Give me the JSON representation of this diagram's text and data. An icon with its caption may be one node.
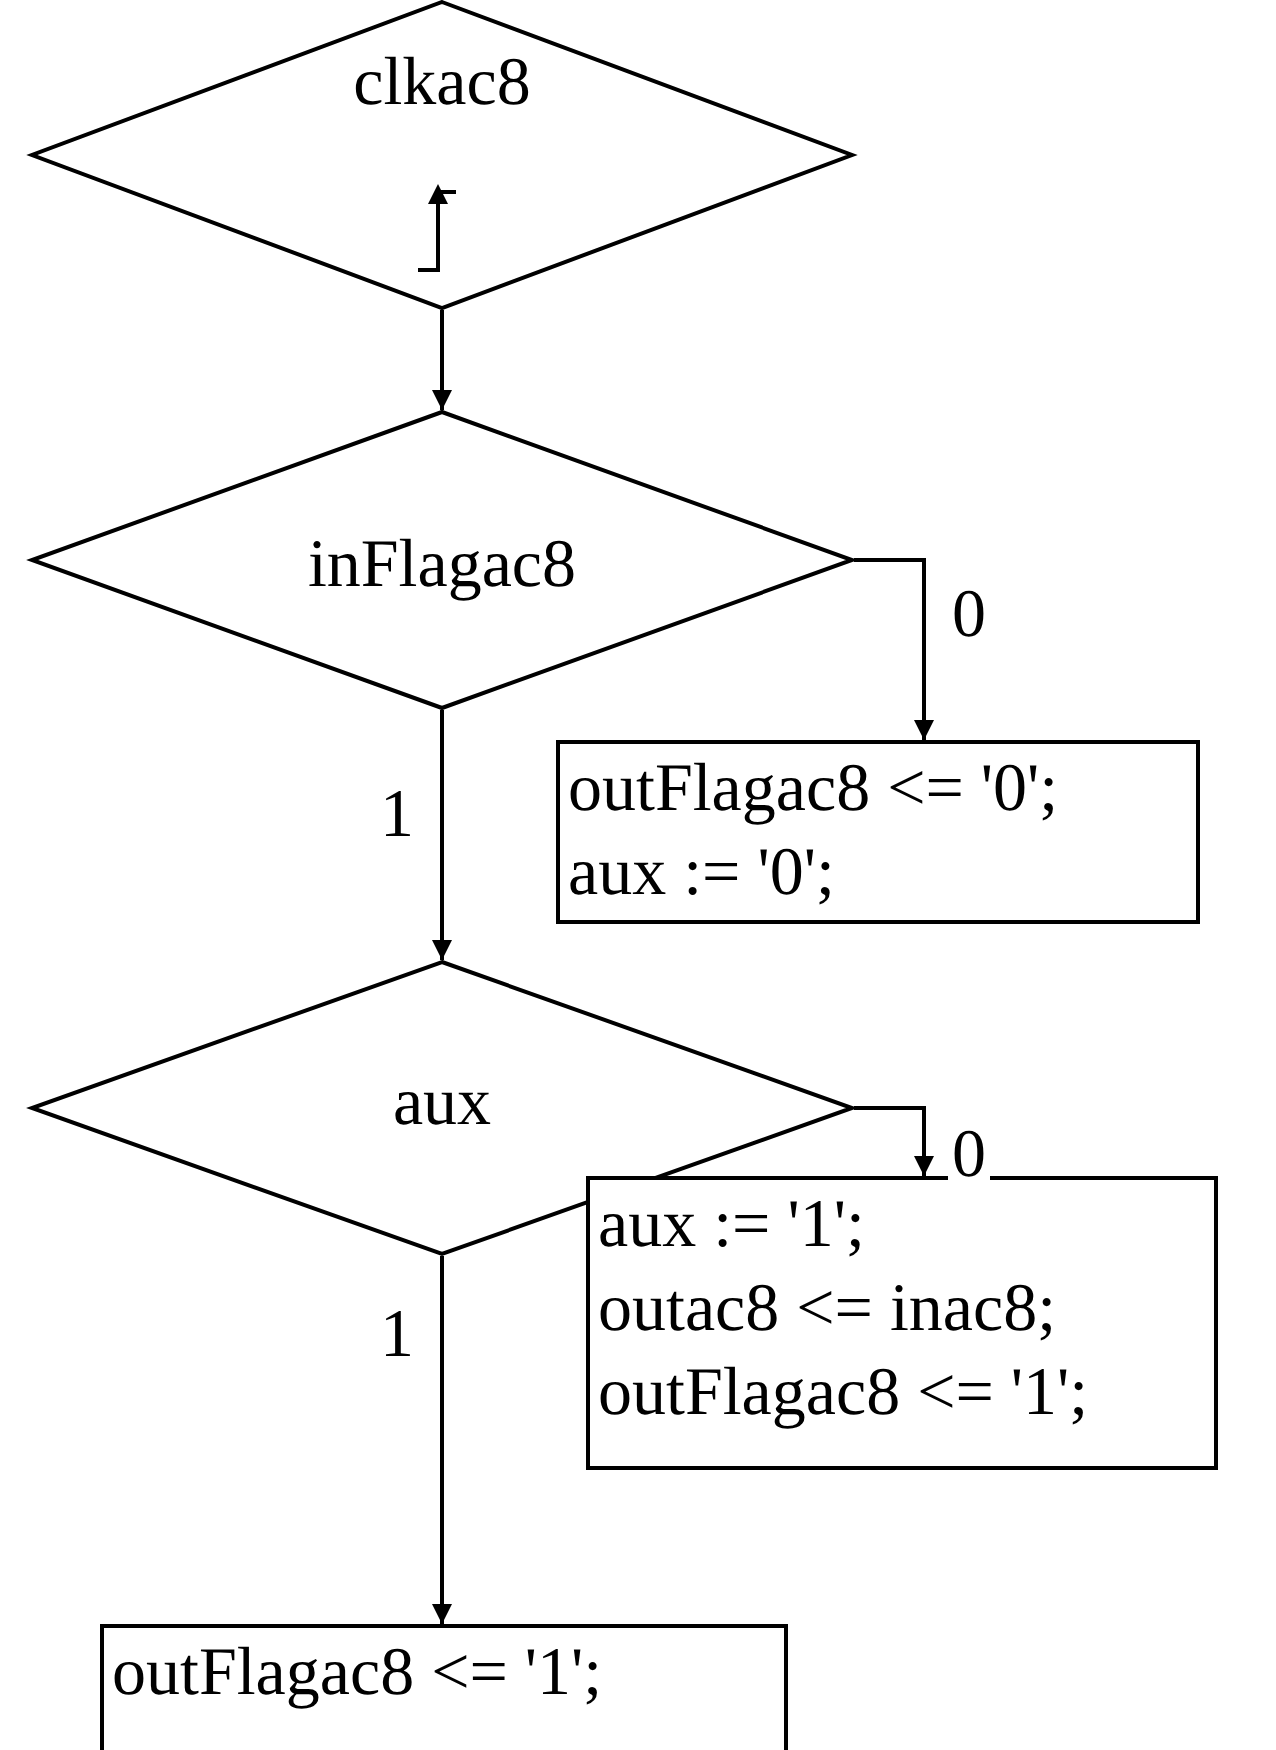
{
  "diagram": {
    "nodes": [
      {
        "text": [
          "clkac8"
        ]
      },
      {
        "text": [
          "inFlagac8"
        ]
      },
      {
        "text": [
          "outFlagac8 <= '0';",
          "aux := '0';"
        ]
      },
      {
        "text": [
          "aux"
        ]
      },
      {
        "text": [
          "aux := '1';",
          "outac8 <= inac8;",
          "outFlagac8 <= '1';"
        ]
      },
      {
        "text": [
          "outFlagac8 <= '1';"
        ]
      }
    ],
    "edges": [
      {
        "from": 0,
        "to": 1,
        "arrow": "to"
      },
      {
        "from": 1,
        "to": 2,
        "arrow": "to",
        "label": "0"
      },
      {
        "from": 1,
        "to": 3,
        "arrow": "to",
        "label": "1"
      },
      {
        "from": 3,
        "to": 4,
        "arrow": "to",
        "label": "0"
      },
      {
        "from": 3,
        "to": 5,
        "arrow": "to",
        "label": "1"
      }
    ]
  }
}
